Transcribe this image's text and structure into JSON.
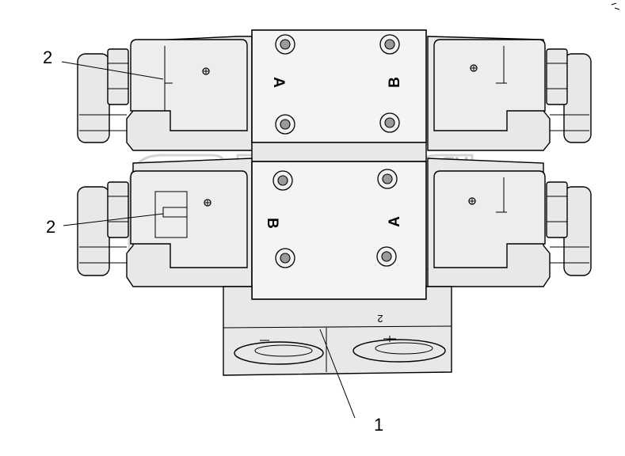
{
  "labels": {
    "callout_upper_coil": "2",
    "callout_lower_coil": "2",
    "callout_base": "1"
  },
  "ports": {
    "upper_left": "A",
    "upper_right": "B",
    "lower_left": "B",
    "lower_right": "A"
  },
  "subplate": {
    "mark": "2"
  },
  "watermark": {
    "trademark": "TM"
  }
}
